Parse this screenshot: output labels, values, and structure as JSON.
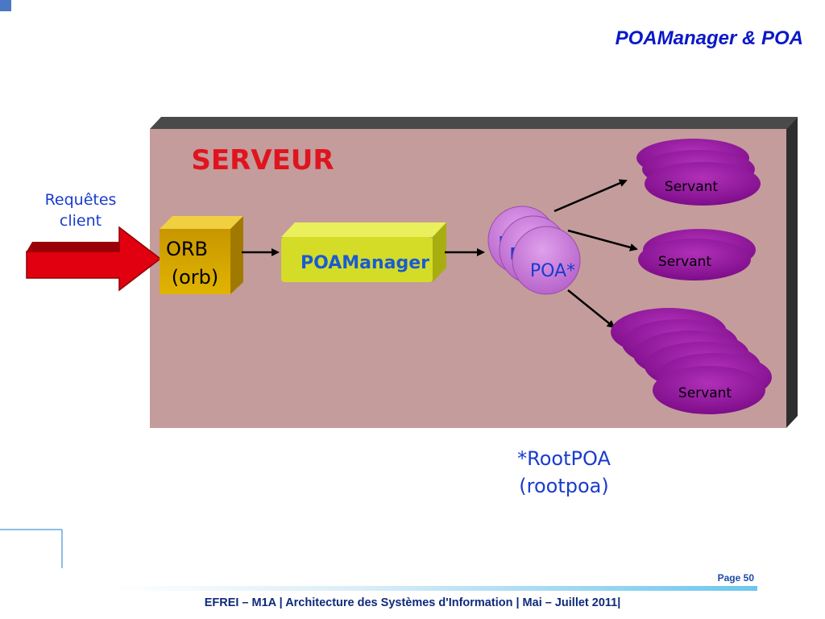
{
  "title": "POAManager & POA",
  "diagram": {
    "server_label": "SERVEUR",
    "requests_line1": "Requêtes",
    "requests_line2": "client",
    "orb_line1": "ORB",
    "orb_line2": "(orb)",
    "poamanager_label": "POAManager",
    "poa_back_letter_1": "P",
    "poa_back_letter_2": "P",
    "poa_label": "POA*",
    "servant_label": "Servant",
    "rootpoa_line1": "*RootPOA",
    "rootpoa_line2": "(rootpoa)"
  },
  "footer": {
    "page": "Page 50",
    "school": "EFREI – M1A",
    "course": "| Architecture des Systèmes d'Information | Mai – Juillet 2011|"
  },
  "colors": {
    "title": "#0a18c8",
    "server_fill": "#c49c9c",
    "server_label": "#e0141e",
    "orb_fill": "#d6a800",
    "poamanager_fill": "#d4dc28",
    "poamanager_text": "#1a5cd0",
    "poa_fill": "#c876d8",
    "servant_fill": "#8e1496",
    "arrow_red": "#e00010",
    "blue_text": "#1a3ccc"
  }
}
